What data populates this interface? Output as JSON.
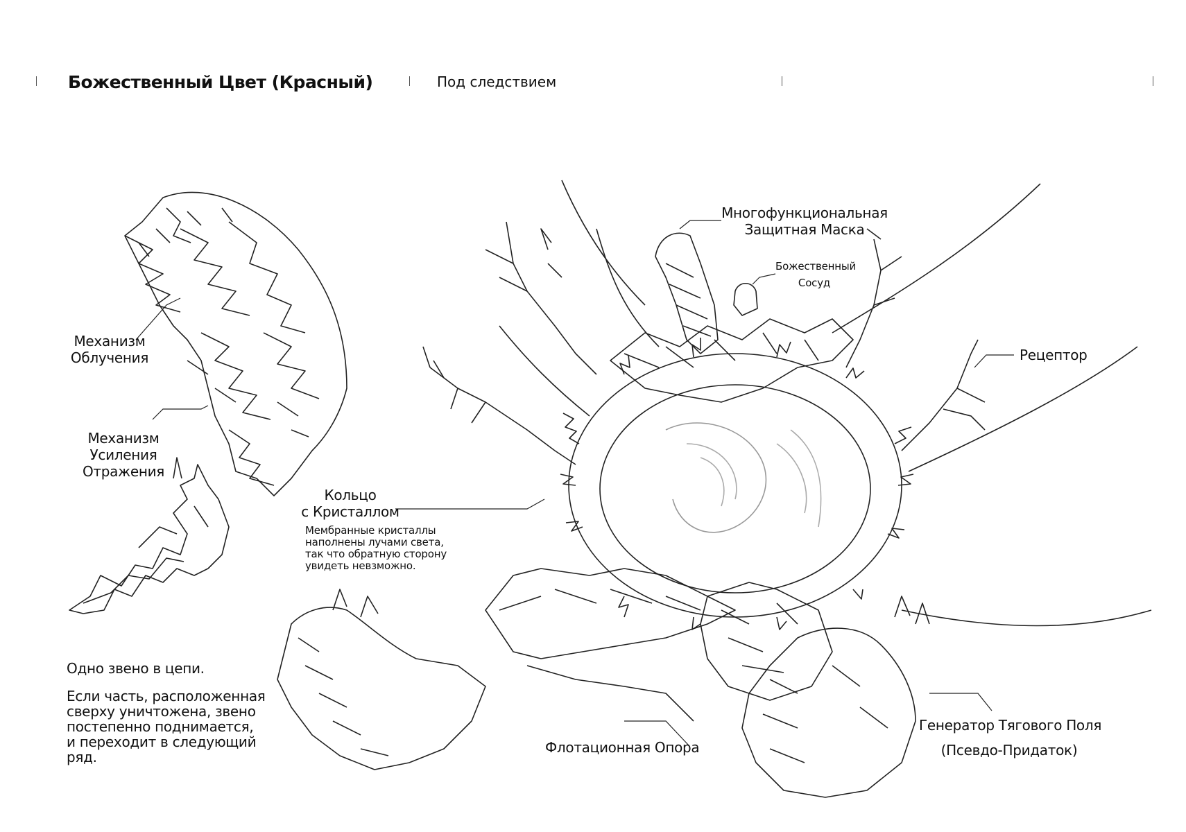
{
  "header": {
    "title": "Божественный Цвет (Красный)",
    "status": "Под следствием"
  },
  "labels": {
    "irradiation": [
      "Механизм",
      "Облучения"
    ],
    "reflection": [
      "Механизм",
      "Усиления",
      "Отражения"
    ],
    "mask": [
      "Многофункциональная",
      "Защитная Маска"
    ],
    "vessel": [
      "Божественный",
      "Сосуд"
    ],
    "receptor": "Рецептор",
    "ring": [
      "Кольцо",
      "с Кристаллом"
    ],
    "ring_note": [
      "Мембранные кристаллы",
      "наполнены лучами света,",
      "так что обратную сторону",
      "увидеть невзможно."
    ],
    "float_support": "Флотационная Опора",
    "generator": [
      "Генератор Тягового Поля",
      "(Псевдо-Придаток)"
    ]
  },
  "chain_note": {
    "line1": "Одно звено в цепи.",
    "paragraph": [
      "Если часть, расположенная",
      "сверху уничтожена, звено",
      "постепенно поднимается,",
      "и переходит в следующий",
      "ряд."
    ]
  }
}
